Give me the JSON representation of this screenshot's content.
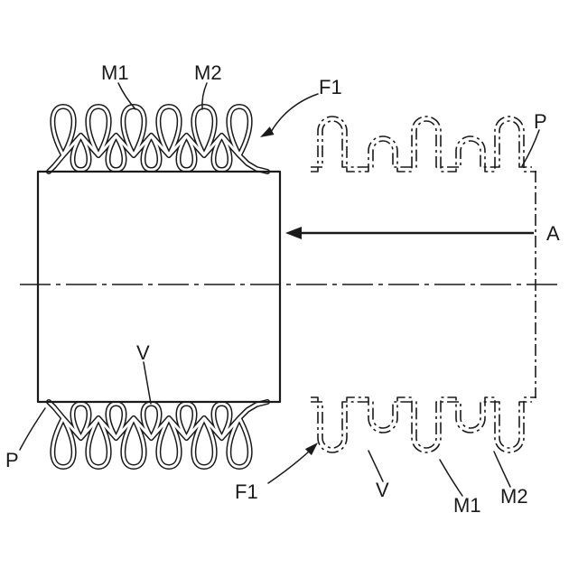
{
  "figure": {
    "labels": {
      "m1_top": "M1",
      "m2_top": "M2",
      "f1_top": "F1",
      "p_top_right": "P",
      "a_label": "A",
      "v_left": "V",
      "p_bottom_left": "P",
      "f1_bottom": "F1",
      "v_bottom": "V",
      "m1_bottom": "M1",
      "m2_bottom": "M2"
    },
    "colors": {
      "ink": "#1a1a1a",
      "background": "#ffffff"
    }
  }
}
